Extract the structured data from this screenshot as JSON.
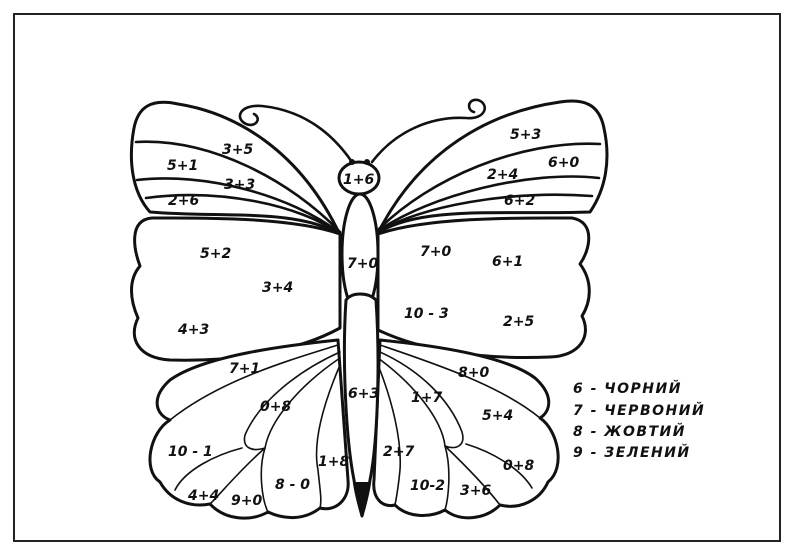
{
  "exercises": {
    "head": "1+6",
    "upper_left": {
      "band_top": "3+5",
      "band_mid_a": "5+1",
      "band_mid_b": "3+3",
      "band_low": "2+6"
    },
    "upper_right": {
      "band_top": "5+3",
      "band_mid_a": "2+4",
      "band_mid_b": "6+0",
      "band_low": "6+2"
    },
    "forewing_left": {
      "a": "5+2",
      "b": "3+4",
      "c": "4+3"
    },
    "thorax": "7+0",
    "forewing_right": {
      "a": "7+0",
      "b": "6+1",
      "c": "10 - 3",
      "d": "2+5"
    },
    "abdomen": "6+3",
    "hind_left": {
      "p1": "7+1",
      "p2": "0+8",
      "p3": "10 - 1",
      "p4": "4+4",
      "p5": "9+0",
      "p6": "8 - 0",
      "p7": "1+8"
    },
    "hind_right": {
      "p1": "8+0",
      "p2": "1+7",
      "p3": "5+4",
      "p4": "2+7",
      "p5": "10-2",
      "p6": "3+6",
      "p7": "0+8"
    }
  },
  "legend": [
    {
      "label": "6 - ЧОРНИЙ"
    },
    {
      "label": "7 - ЧЕРВОНИЙ"
    },
    {
      "label": "8 - ЖОВТИЙ"
    },
    {
      "label": "9 - ЗЕЛЕНИЙ"
    }
  ],
  "colors": {
    "ink": "#111111",
    "paper": "#ffffff",
    "frame": "#222222"
  }
}
